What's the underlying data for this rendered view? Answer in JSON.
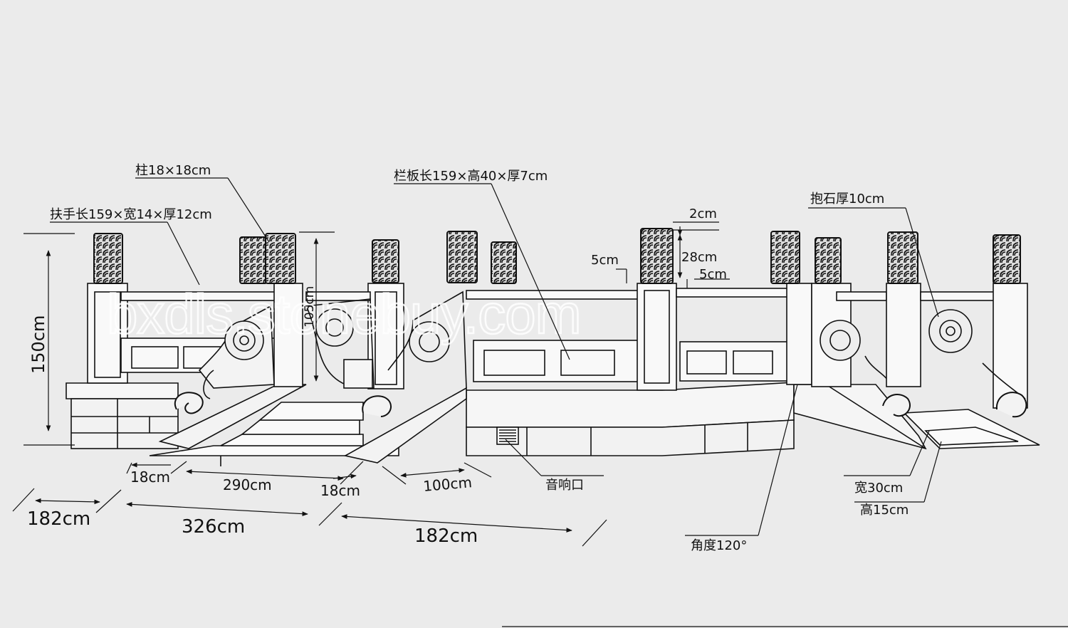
{
  "watermark": "bxdls.stonebuy.com",
  "labels": {
    "pillar": "柱18×18cm",
    "handrail": "扶手长159×宽14×厚12cm",
    "panel": "栏板长159×高40×厚7cm",
    "holding_stone": "抱石厚10cm",
    "dim_2cm": "2cm",
    "dim_28cm": "28cm",
    "dim_5cm_a": "5cm",
    "dim_5cm_b": "5cm",
    "height_150": "150cm",
    "height_105": "105cm",
    "dim_18cm_a": "18cm",
    "dim_290cm": "290cm",
    "dim_18cm_b": "18cm",
    "dim_100cm": "100cm",
    "sound_port": "音响口",
    "step_width": "宽30cm",
    "step_height": "高15cm",
    "angle": "角度120°",
    "dim_182cm_a": "182cm",
    "dim_326cm": "326cm",
    "dim_182cm_b": "182cm"
  }
}
